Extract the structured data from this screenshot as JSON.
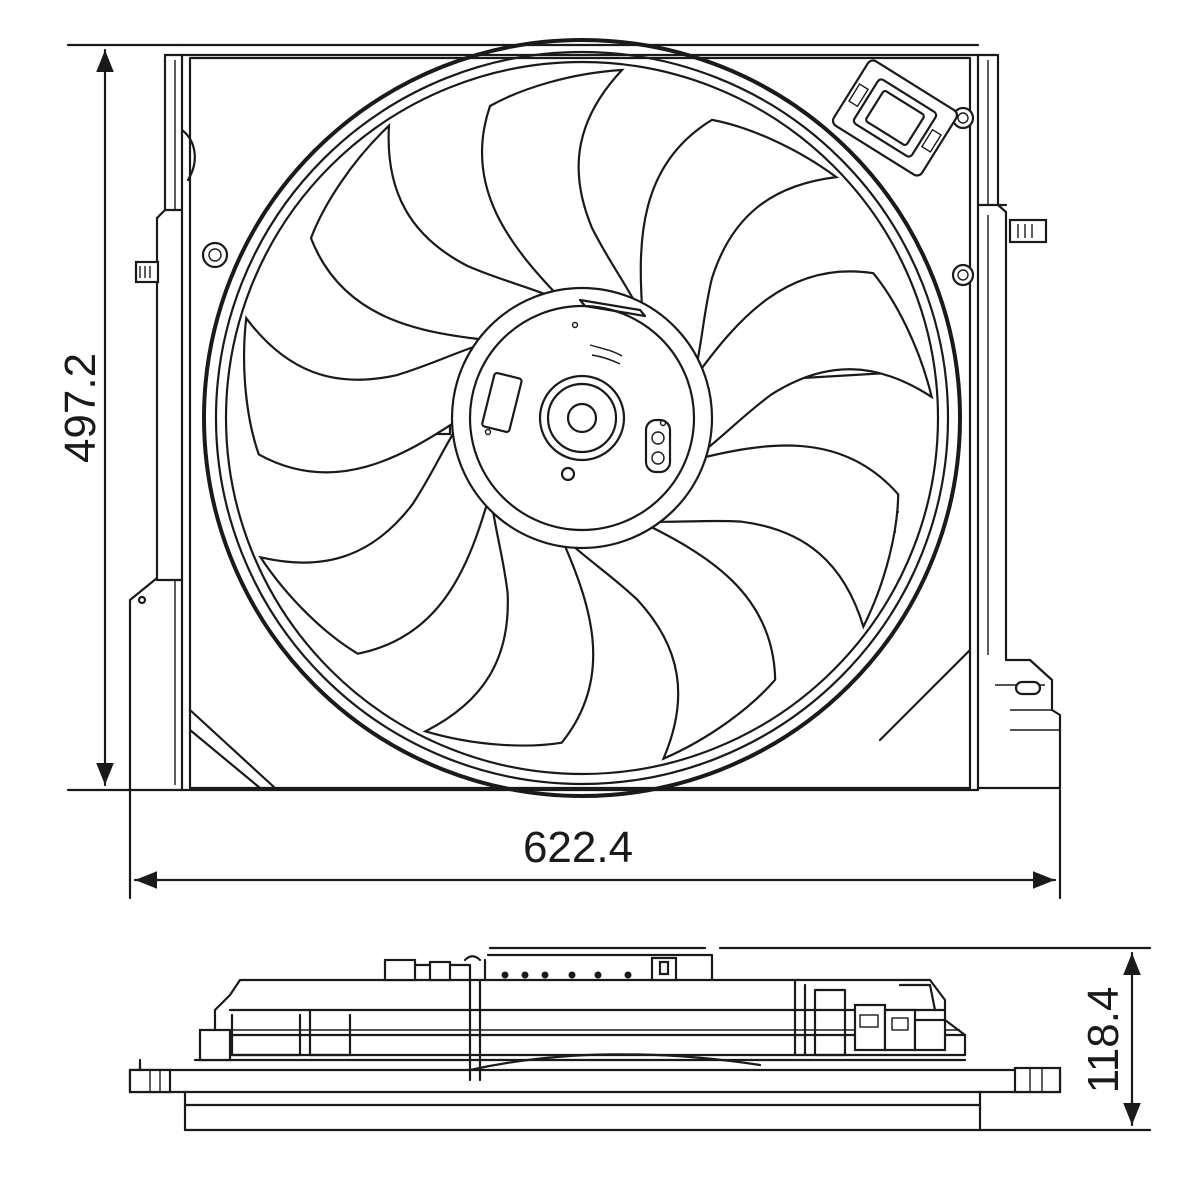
{
  "dimensions": {
    "height_front": "497.2",
    "width_front": "622.4",
    "depth_side": "118.4"
  },
  "colors": {
    "line": "#1a1a1a",
    "background": "#ffffff"
  },
  "blades": {
    "count": 9
  }
}
